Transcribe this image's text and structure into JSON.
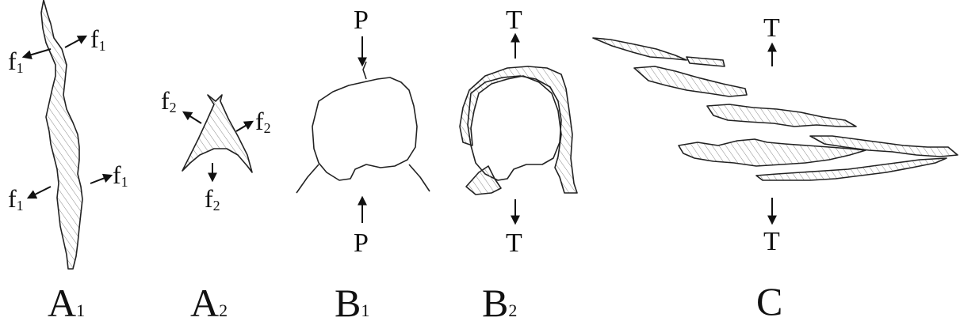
{
  "panels": {
    "a1": {
      "label_main": "A",
      "label_sub": "1",
      "force_main": "f",
      "force_sub": "1"
    },
    "a2": {
      "label_main": "A",
      "label_sub": "2",
      "force_main": "f",
      "force_sub": "2"
    },
    "b1": {
      "label_main": "B",
      "label_sub": "1",
      "top_symbol": "P",
      "bottom_symbol": "P"
    },
    "b2": {
      "label_main": "B",
      "label_sub": "2",
      "top_symbol": "T",
      "bottom_symbol": "T"
    },
    "c": {
      "label_main": "C",
      "top_symbol": "T",
      "bottom_symbol": "T"
    }
  }
}
